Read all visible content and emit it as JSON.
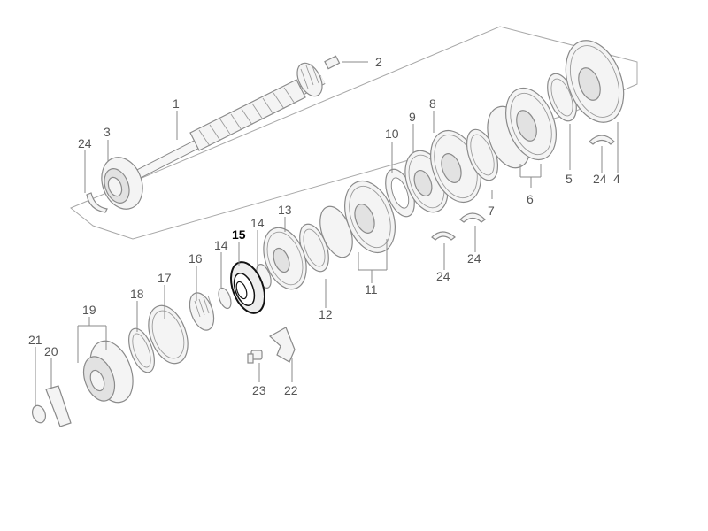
{
  "diagram": {
    "highlight_color": "#000000",
    "line_color": "#8a8a8a",
    "callouts": [
      {
        "key": "c1",
        "text": "1"
      },
      {
        "key": "c2",
        "text": "2"
      },
      {
        "key": "c3",
        "text": "3"
      },
      {
        "key": "c24a",
        "text": "24"
      },
      {
        "key": "c10",
        "text": "10"
      },
      {
        "key": "c9",
        "text": "9"
      },
      {
        "key": "c8",
        "text": "8"
      },
      {
        "key": "c7",
        "text": "7"
      },
      {
        "key": "c6",
        "text": "6"
      },
      {
        "key": "c5",
        "text": "5"
      },
      {
        "key": "c24b",
        "text": "24"
      },
      {
        "key": "c4",
        "text": "4"
      },
      {
        "key": "c24c",
        "text": "24"
      },
      {
        "key": "c24d",
        "text": "24"
      },
      {
        "key": "c13",
        "text": "13"
      },
      {
        "key": "c14a",
        "text": "14"
      },
      {
        "key": "c15",
        "text": "15",
        "highlight": true
      },
      {
        "key": "c14b",
        "text": "14"
      },
      {
        "key": "c16",
        "text": "16"
      },
      {
        "key": "c17",
        "text": "17"
      },
      {
        "key": "c18",
        "text": "18"
      },
      {
        "key": "c19",
        "text": "19"
      },
      {
        "key": "c12",
        "text": "12"
      },
      {
        "key": "c11",
        "text": "11"
      },
      {
        "key": "c21",
        "text": "21"
      },
      {
        "key": "c20",
        "text": "20"
      },
      {
        "key": "c23",
        "text": "23"
      },
      {
        "key": "c22",
        "text": "22"
      }
    ]
  }
}
